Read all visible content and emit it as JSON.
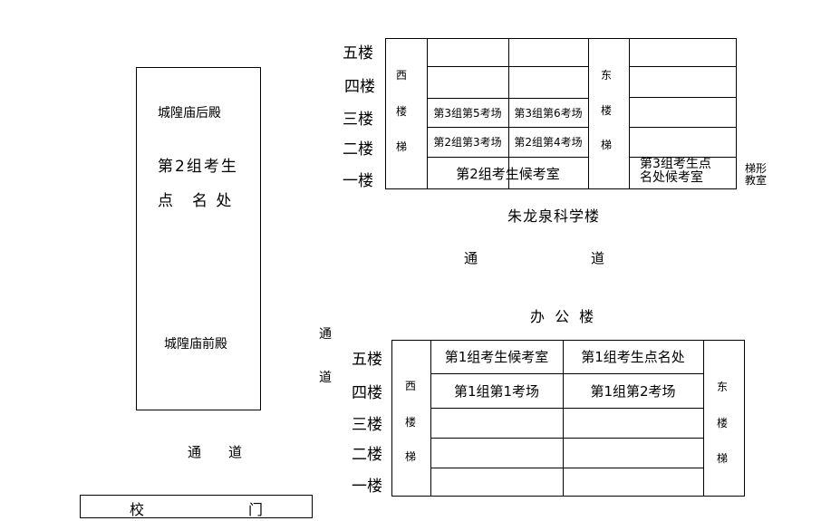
{
  "left_building": {
    "rear_hall": "城隍庙后殿",
    "group2_line1": "第2组考生",
    "group2_line2": "点　名 处",
    "front_hall": "城隍庙前殿"
  },
  "passage_left": "通　　道",
  "gate": {
    "left": "校",
    "right": "门"
  },
  "science_building": {
    "name": "朱龙泉科学楼",
    "floors": [
      "五楼",
      "四楼",
      "三楼",
      "二楼",
      "一楼"
    ],
    "west_stair": [
      "西",
      "楼",
      "梯"
    ],
    "east_stair": [
      "东",
      "楼",
      "梯"
    ],
    "rooms": {
      "f3a": "第3组第5考场",
      "f3b": "第3组第6考场",
      "f2a": "第2组第3考场",
      "f2b": "第2组第4考场",
      "f1": "第2组考生候考室",
      "east_f1_line1": "第3组考生点",
      "east_f1_line2": "名处候考室"
    },
    "lecture_hall": [
      "梯形",
      "教室"
    ]
  },
  "passage_middle": [
    "通",
    "道"
  ],
  "passage_vertical": [
    "通",
    "道"
  ],
  "office_building": {
    "name": "办 公 楼",
    "floors": [
      "五楼",
      "四楼",
      "三楼",
      "二楼",
      "一楼"
    ],
    "west_stair": [
      "西",
      "楼",
      "梯"
    ],
    "east_stair": [
      "东",
      "楼",
      "梯"
    ],
    "rooms": {
      "f5a": "第1组考生候考室",
      "f5b": "第1组考生点名处",
      "f4a": "第1组第1考场",
      "f4b": "第1组第2考场"
    }
  }
}
